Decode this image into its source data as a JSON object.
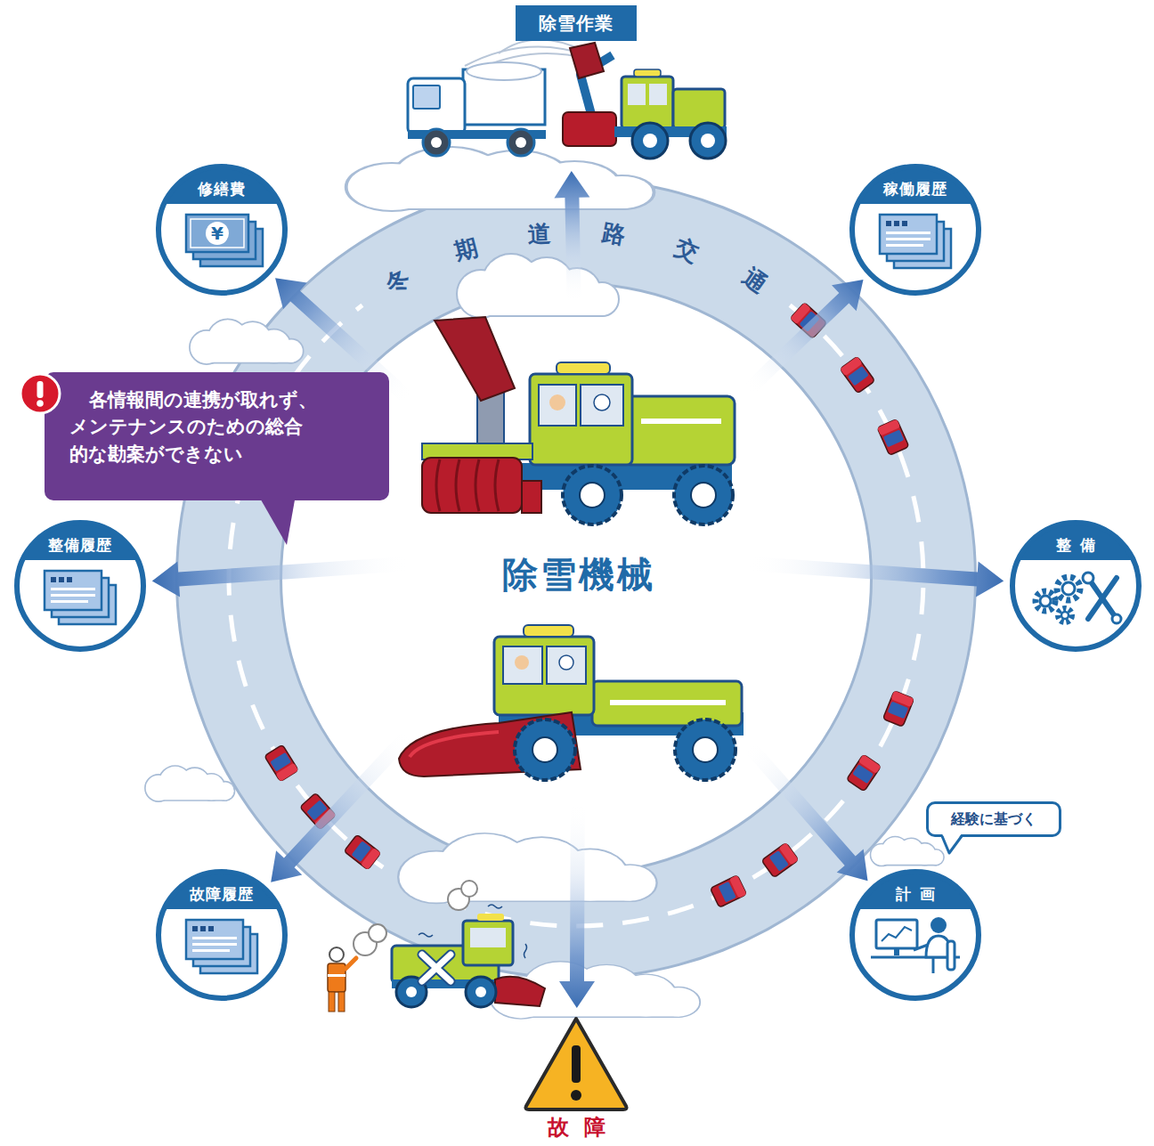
{
  "diagram": {
    "nodes": [
      {
        "text": [
          "除雪作業"
        ]
      },
      {
        "text": [
          "修繕費"
        ]
      },
      {
        "text": [
          "稼働履歴"
        ]
      },
      {
        "text": [
          "各情報間の連携が取れず、 メンテナンスのための総合 的な勘案ができない"
        ]
      },
      {
        "text": [
          "除雪機械"
        ]
      },
      {
        "text": [
          "整備履歴"
        ]
      },
      {
        "text": [
          "整備"
        ]
      },
      {
        "text": [
          "経験に基づく"
        ]
      },
      {
        "text": [
          "故障履歴"
        ]
      },
      {
        "text": [
          "計画"
        ]
      },
      {
        "text": [
          "故障"
        ]
      }
    ],
    "edges": [
      {
        "from": 4,
        "to": 0,
        "arrow": "to"
      },
      {
        "from": 4,
        "to": 1,
        "arrow": "to"
      },
      {
        "from": 4,
        "to": 2,
        "arrow": "to"
      },
      {
        "from": 4,
        "to": 5,
        "arrow": "to"
      },
      {
        "from": 4,
        "to": 6,
        "arrow": "to"
      },
      {
        "from": 4,
        "to": 9,
        "arrow": "to"
      },
      {
        "from": 4,
        "to": 8,
        "arrow": "to"
      },
      {
        "from": 4,
        "to": 10,
        "arrow": "to"
      }
    ],
    "labels": [
      "冬期道路交通",
      "¥"
    ]
  }
}
